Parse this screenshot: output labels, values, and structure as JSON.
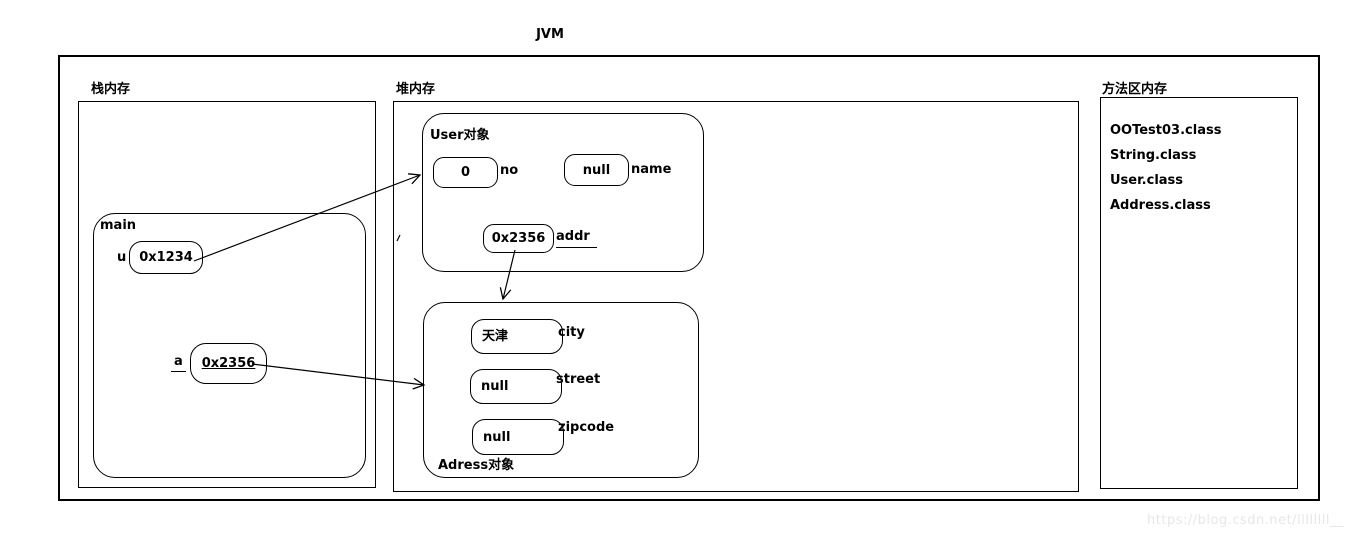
{
  "title": "JVM",
  "watermark": "https://blog.csdn.net/llllllll__",
  "colors": {
    "line": "#000000",
    "background": "#ffffff",
    "watermark": "#e7e7eb"
  },
  "stack": {
    "label": "栈内存",
    "frame": {
      "label": "main",
      "vars": [
        {
          "name": "u",
          "value": "0x1234"
        },
        {
          "name": "a",
          "value": "0x2356"
        }
      ]
    }
  },
  "heap": {
    "label": "堆内存",
    "user_object": {
      "label": "User对象",
      "fields": [
        {
          "value": "0",
          "name": "no"
        },
        {
          "value": "null",
          "name": "name"
        },
        {
          "value": "0x2356",
          "name": "addr"
        }
      ]
    },
    "address_object": {
      "label": "Adress对象",
      "fields": [
        {
          "value": "天津",
          "name": "city"
        },
        {
          "value": "null",
          "name": "street"
        },
        {
          "value": "null",
          "name": "zipcode"
        }
      ]
    }
  },
  "method_area": {
    "label": "方法区内存",
    "classes": [
      "OOTest03.class",
      "String.class",
      "User.class",
      "Address.class"
    ]
  }
}
